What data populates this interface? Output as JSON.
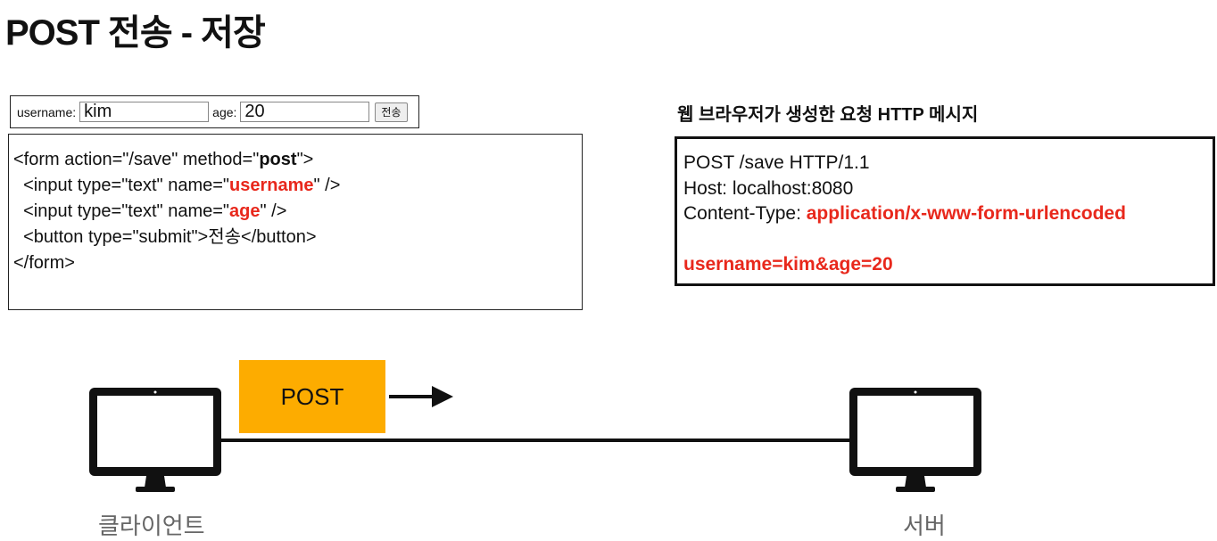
{
  "title": "POST 전송 - 저장",
  "form_preview": {
    "username_label": "username:",
    "username_value": "kim",
    "age_label": "age:",
    "age_value": "20",
    "submit_label": "전송"
  },
  "code": {
    "line1_a": "<form action=\"/save\" method=\"",
    "line1_b": "post",
    "line1_c": "\">",
    "line2_a": "  <input type=\"text\" name=\"",
    "line2_b": "username",
    "line2_c": "\" />",
    "line3_a": "  <input type=\"text\" name=\"",
    "line3_b": "age",
    "line3_c": "\" />",
    "line4": "  <button type=\"submit\">전송</button>",
    "line5": "</form>"
  },
  "http_message": {
    "heading_a": "웹 브라우저가 생성한 요청 ",
    "heading_b": "HTTP",
    "heading_c": " 메시지",
    "request_line": "POST /save HTTP/1.1",
    "host": "Host: localhost:8080",
    "content_type_label": "Content-Type: ",
    "content_type_value": "application/x-www-form-urlencoded",
    "body": "username=kim&age=20"
  },
  "diagram": {
    "method_box": "POST",
    "client_label": "클라이언트",
    "server_label": "서버",
    "method_box_color": "#fdac00",
    "accent_color": "#e8281c"
  }
}
